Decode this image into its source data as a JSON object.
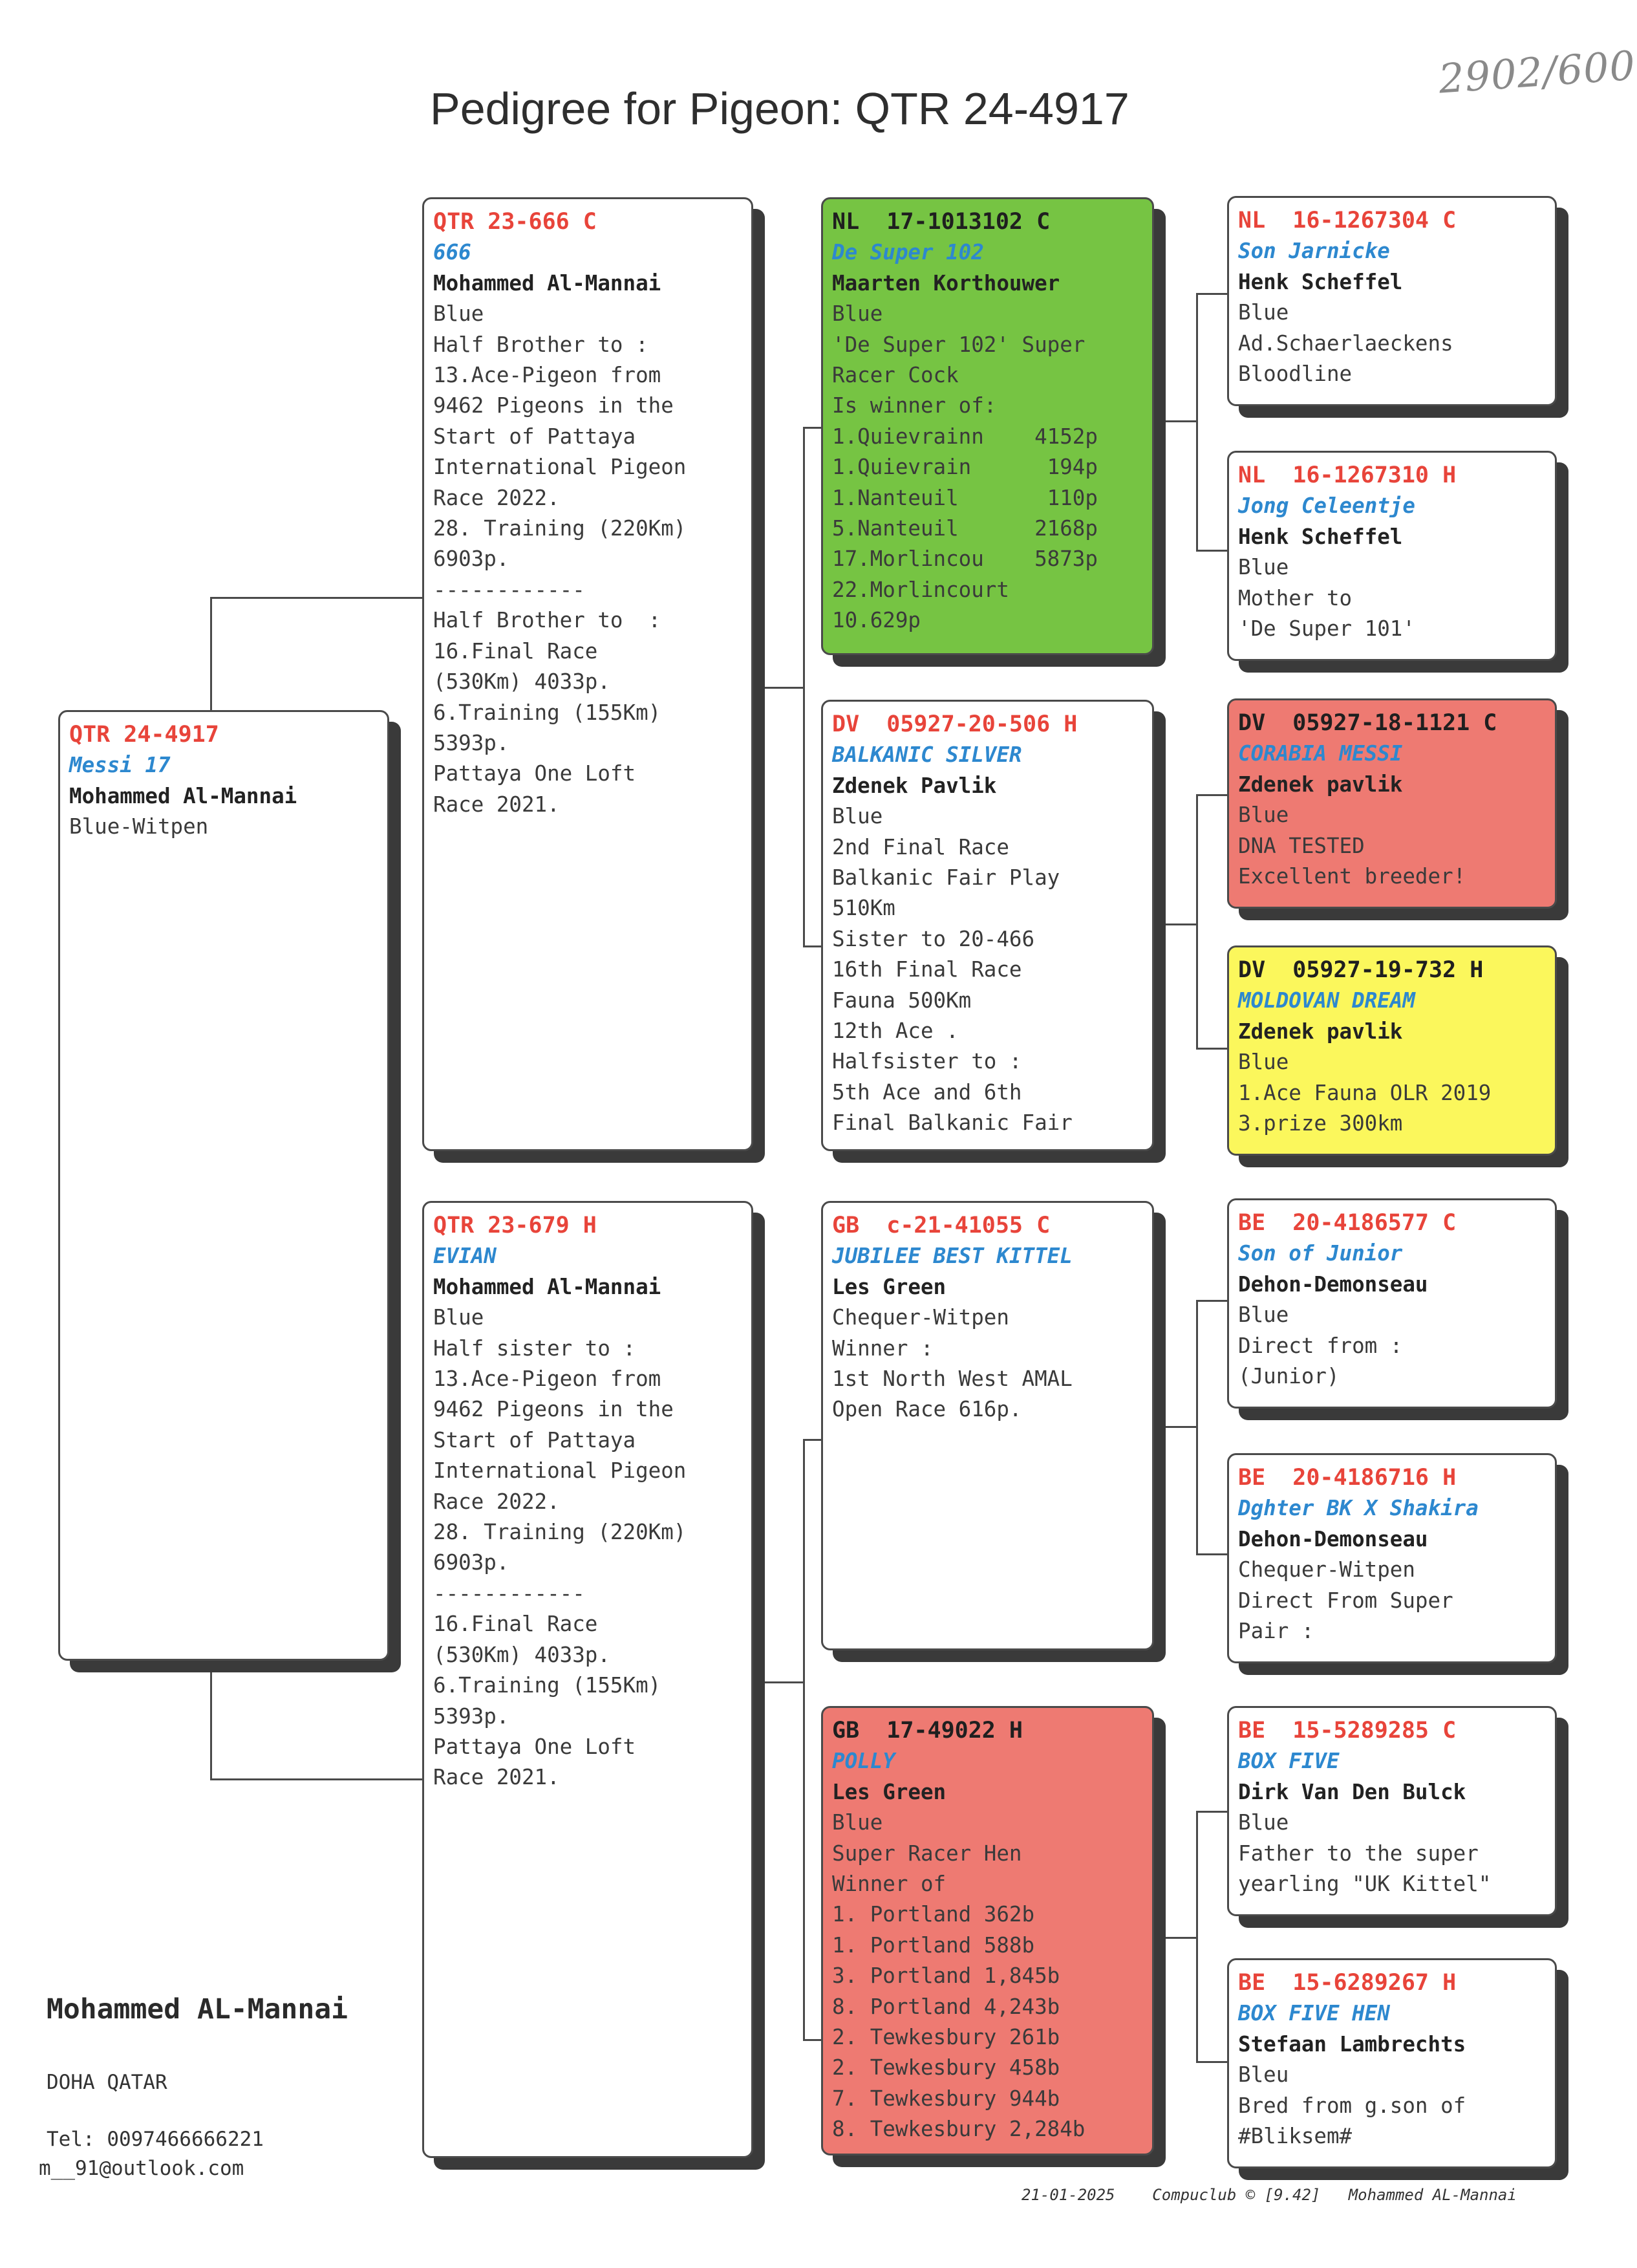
{
  "handwritten_note": "2902/600",
  "title": "Pedigree for Pigeon: QTR 24-4917",
  "cards": [
    {
      "id": "subject",
      "lines": [
        {
          "t": "QTR 24-4917",
          "s": "ring"
        },
        {
          "t": "Messi 17",
          "s": "pname"
        },
        {
          "t": "Mohammed Al-Mannai",
          "s": "owner"
        },
        {
          "t": "Blue-Witpen",
          "s": "colr"
        }
      ]
    },
    {
      "id": "sire",
      "lines": [
        {
          "t": "QTR 23-666 C",
          "s": "ring"
        },
        {
          "t": "666",
          "s": "pname"
        },
        {
          "t": "Mohammed Al-Mannai",
          "s": "owner"
        },
        {
          "t": "Blue",
          "s": "colr"
        },
        {
          "t": "Half Brother to :"
        },
        {
          "t": "13.Ace-Pigeon from"
        },
        {
          "t": "9462 Pigeons in the"
        },
        {
          "t": "Start of Pattaya"
        },
        {
          "t": "International Pigeon"
        },
        {
          "t": "Race 2022."
        },
        {
          "t": "28. Training (220Km)"
        },
        {
          "t": "6903p."
        },
        {
          "t": "------------"
        },
        {
          "t": "Half Brother to  :"
        },
        {
          "t": "16.Final Race"
        },
        {
          "t": "(530Km) 4033p."
        },
        {
          "t": "6.Training (155Km)"
        },
        {
          "t": "5393p."
        },
        {
          "t": "Pattaya One Loft"
        },
        {
          "t": "Race 2021."
        }
      ]
    },
    {
      "id": "dam",
      "lines": [
        {
          "t": "QTR 23-679 H",
          "s": "ring"
        },
        {
          "t": "EVIAN",
          "s": "pname"
        },
        {
          "t": "Mohammed Al-Mannai",
          "s": "owner"
        },
        {
          "t": "Blue",
          "s": "colr"
        },
        {
          "t": "Half sister to :"
        },
        {
          "t": "13.Ace-Pigeon from"
        },
        {
          "t": "9462 Pigeons in the"
        },
        {
          "t": "Start of Pattaya"
        },
        {
          "t": "International Pigeon"
        },
        {
          "t": "Race 2022."
        },
        {
          "t": "28. Training (220Km)"
        },
        {
          "t": "6903p."
        },
        {
          "t": "------------"
        },
        {
          "t": "16.Final Race"
        },
        {
          "t": "(530Km) 4033p."
        },
        {
          "t": "6.Training (155Km)"
        },
        {
          "t": "5393p."
        },
        {
          "t": "Pattaya One Loft"
        },
        {
          "t": "Race 2021."
        }
      ]
    },
    {
      "id": "ss",
      "lines": [
        {
          "t": "NL  17-1013102 C",
          "s": "ring"
        },
        {
          "t": "De Super 102",
          "s": "pname"
        },
        {
          "t": "Maarten Korthouwer",
          "s": "owner"
        },
        {
          "t": "Blue",
          "s": "colr"
        },
        {
          "t": "'De Super 102' Super"
        },
        {
          "t": "Racer Cock"
        },
        {
          "t": "Is winner of:"
        },
        {
          "t": "1.Quievrainn    4152p"
        },
        {
          "t": "1.Quievrain      194p"
        },
        {
          "t": "1.Nanteuil       110p"
        },
        {
          "t": "5.Nanteuil      2168p"
        },
        {
          "t": "17.Morlincou    5873p"
        },
        {
          "t": "22.Morlincourt"
        },
        {
          "t": "10.629p"
        }
      ]
    },
    {
      "id": "sd",
      "lines": [
        {
          "t": "DV  05927-20-506 H",
          "s": "ring"
        },
        {
          "t": "BALKANIC SILVER",
          "s": "pname"
        },
        {
          "t": "Zdenek Pavlik",
          "s": "owner"
        },
        {
          "t": "Blue",
          "s": "colr"
        },
        {
          "t": "2nd Final Race"
        },
        {
          "t": "Balkanic Fair Play"
        },
        {
          "t": "510Km"
        },
        {
          "t": "Sister to 20-466"
        },
        {
          "t": "16th Final Race"
        },
        {
          "t": "Fauna 500Km"
        },
        {
          "t": "12th Ace ."
        },
        {
          "t": "Halfsister to :"
        },
        {
          "t": "5th Ace and 6th"
        },
        {
          "t": "Final Balkanic Fair"
        }
      ]
    },
    {
      "id": "ds",
      "lines": [
        {
          "t": "GB  c-21-41055 C",
          "s": "ring"
        },
        {
          "t": "JUBILEE BEST KITTEL",
          "s": "pname"
        },
        {
          "t": "Les Green",
          "s": "owner"
        },
        {
          "t": "Chequer-Witpen",
          "s": "colr"
        },
        {
          "t": "Winner :"
        },
        {
          "t": "1st North West AMAL"
        },
        {
          "t": "Open Race 616p."
        }
      ]
    },
    {
      "id": "dd",
      "lines": [
        {
          "t": "GB  17-49022 H",
          "s": "ring"
        },
        {
          "t": "POLLY",
          "s": "pname"
        },
        {
          "t": "Les Green",
          "s": "owner"
        },
        {
          "t": "Blue",
          "s": "colr"
        },
        {
          "t": "Super Racer Hen"
        },
        {
          "t": "Winner of"
        },
        {
          "t": "1. Portland 362b"
        },
        {
          "t": "1. Portland 588b"
        },
        {
          "t": "3. Portland 1,845b"
        },
        {
          "t": "8. Portland 4,243b"
        },
        {
          "t": "2. Tewkesbury 261b"
        },
        {
          "t": "2. Tewkesbury 458b"
        },
        {
          "t": "7. Tewkesbury 944b"
        },
        {
          "t": "8. Tewkesbury 2,284b"
        }
      ]
    },
    {
      "id": "sss",
      "lines": [
        {
          "t": "NL  16-1267304 C",
          "s": "ring"
        },
        {
          "t": "Son Jarnicke",
          "s": "pname"
        },
        {
          "t": "Henk Scheffel",
          "s": "owner"
        },
        {
          "t": "Blue",
          "s": "colr"
        },
        {
          "t": "Ad.Schaerlaeckens"
        },
        {
          "t": "Bloodline"
        }
      ]
    },
    {
      "id": "ssd",
      "lines": [
        {
          "t": "NL  16-1267310 H",
          "s": "ring"
        },
        {
          "t": "Jong Celeentje",
          "s": "pname"
        },
        {
          "t": "Henk Scheffel",
          "s": "owner"
        },
        {
          "t": "Blue",
          "s": "colr"
        },
        {
          "t": "Mother to"
        },
        {
          "t": "'De Super 101'"
        }
      ]
    },
    {
      "id": "sds",
      "lines": [
        {
          "t": "DV  05927-18-1121 C",
          "s": "ring"
        },
        {
          "t": "CORABIA MESSI",
          "s": "pname"
        },
        {
          "t": "Zdenek pavlik",
          "s": "owner"
        },
        {
          "t": "Blue",
          "s": "colr"
        },
        {
          "t": "DNA TESTED"
        },
        {
          "t": "Excellent breeder!"
        }
      ]
    },
    {
      "id": "sdd",
      "lines": [
        {
          "t": "DV  05927-19-732 H",
          "s": "ring"
        },
        {
          "t": "MOLDOVAN DREAM",
          "s": "pname"
        },
        {
          "t": "Zdenek pavlik",
          "s": "owner"
        },
        {
          "t": "Blue",
          "s": "colr"
        },
        {
          "t": "1.Ace Fauna OLR 2019"
        },
        {
          "t": "3.prize 300km"
        }
      ]
    },
    {
      "id": "dss",
      "lines": [
        {
          "t": "BE  20-4186577 C",
          "s": "ring"
        },
        {
          "t": "Son of Junior",
          "s": "pname"
        },
        {
          "t": "Dehon-Demonseau",
          "s": "owner"
        },
        {
          "t": "Blue",
          "s": "colr"
        },
        {
          "t": "Direct from :"
        },
        {
          "t": "(Junior)"
        }
      ]
    },
    {
      "id": "dsd",
      "lines": [
        {
          "t": "BE  20-4186716 H",
          "s": "ring"
        },
        {
          "t": "Dghter BK X Shakira",
          "s": "pname"
        },
        {
          "t": "Dehon-Demonseau",
          "s": "owner"
        },
        {
          "t": "Chequer-Witpen",
          "s": "colr"
        },
        {
          "t": "Direct From Super"
        },
        {
          "t": "Pair :"
        }
      ]
    },
    {
      "id": "dds",
      "lines": [
        {
          "t": "BE  15-5289285 C",
          "s": "ring"
        },
        {
          "t": "BOX FIVE",
          "s": "pname"
        },
        {
          "t": "Dirk Van Den Bulck",
          "s": "owner"
        },
        {
          "t": "Blue",
          "s": "colr"
        },
        {
          "t": "Father to the super"
        },
        {
          "t": "yearling \"UK Kittel\""
        }
      ]
    },
    {
      "id": "ddd",
      "lines": [
        {
          "t": "BE  15-6289267 H",
          "s": "ring"
        },
        {
          "t": "BOX FIVE HEN",
          "s": "pname"
        },
        {
          "t": "Stefaan Lambrechts",
          "s": "owner"
        },
        {
          "t": "Bleu",
          "s": "colr"
        },
        {
          "t": "Bred from g.son of"
        },
        {
          "t": "#Bliksem#"
        }
      ]
    }
  ],
  "card_colors": {
    "ss": "#76c443",
    "sds": "#ee7a72",
    "dd": "#ee7a72",
    "sdd": "#fbf75c"
  },
  "breeder": {
    "name": "Mohammed AL-Mannai",
    "city": "DOHA QATAR",
    "tel": "Tel: 0097466666221",
    "email": "m__91@outlook.com"
  },
  "footer": "21-01-2025    Compuclub © [9.42]   Mohammed AL-Mannai"
}
